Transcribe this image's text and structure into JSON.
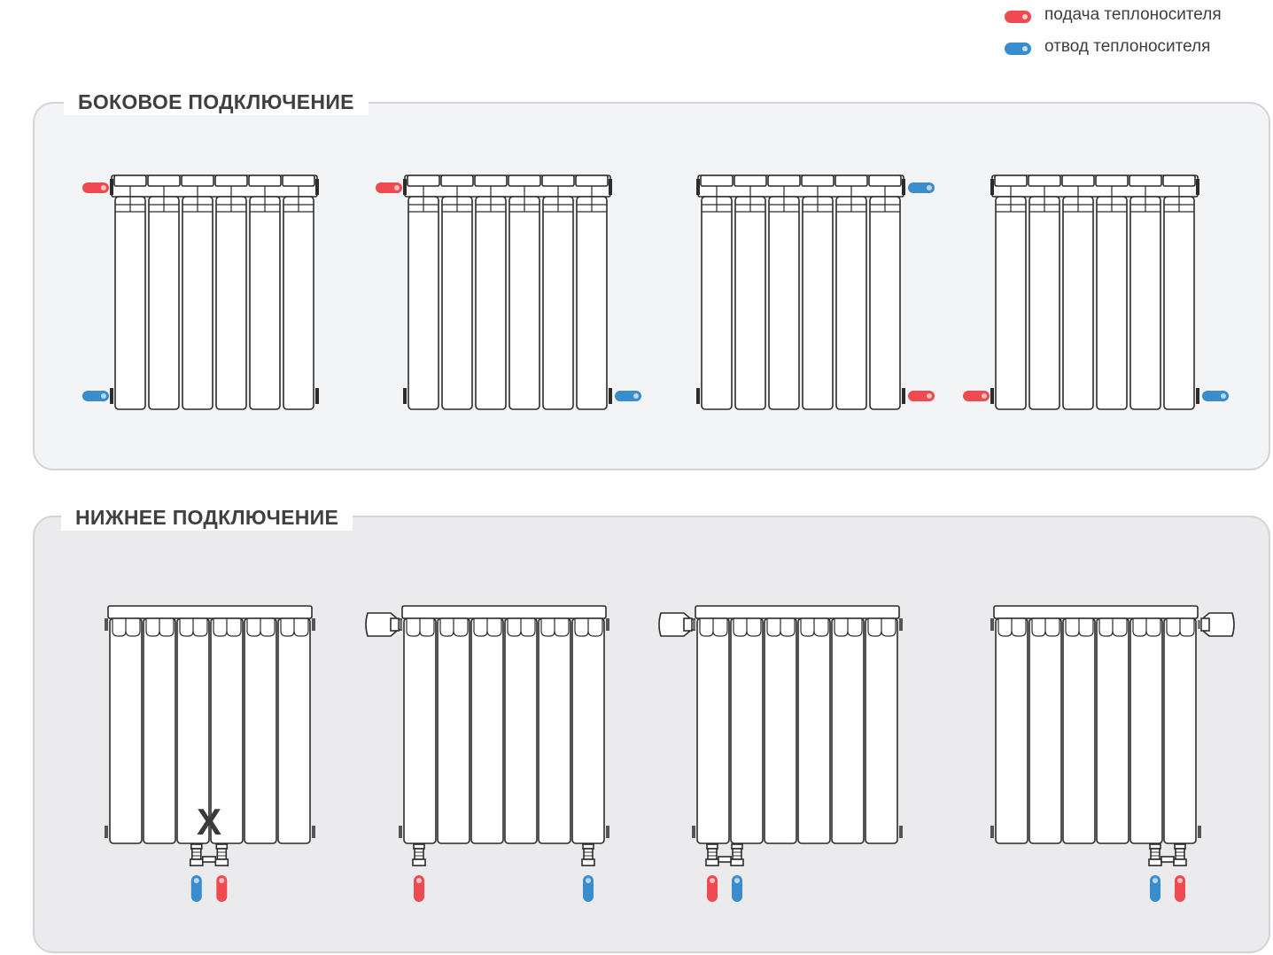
{
  "legend": {
    "supply": {
      "label": "подача теплоносителя",
      "color": "#ef4a50"
    },
    "return": {
      "label": "отвод теплоносителя",
      "color": "#3a8dcc"
    }
  },
  "sections": {
    "side": {
      "title": "БОКОВОЕ ПОДКЛЮЧЕНИЕ",
      "background": "#f3f4f6",
      "radiators": [
        {
          "pipes": [
            {
              "side": "left",
              "level": "top",
              "type": "supply"
            },
            {
              "side": "left",
              "level": "bottom",
              "type": "return"
            }
          ]
        },
        {
          "pipes": [
            {
              "side": "left",
              "level": "top",
              "type": "supply"
            },
            {
              "side": "right",
              "level": "bottom",
              "type": "return"
            }
          ]
        },
        {
          "pipes": [
            {
              "side": "right",
              "level": "top",
              "type": "return"
            },
            {
              "side": "right",
              "level": "bottom",
              "type": "supply"
            }
          ]
        },
        {
          "pipes": [
            {
              "side": "left",
              "level": "bottom",
              "type": "supply"
            },
            {
              "side": "right",
              "level": "bottom",
              "type": "return"
            }
          ]
        }
      ]
    },
    "bottom": {
      "title": "НИЖНЕЕ ПОДКЛЮЧЕНИЕ",
      "background": "#ebebee",
      "radiators": [
        {
          "thermostat": "none",
          "pipes": [
            {
              "position": "middle",
              "order": [
                "return",
                "supply"
              ]
            }
          ],
          "mark": "X"
        },
        {
          "thermostat": "left",
          "pipes": [
            {
              "position": "left",
              "order": [
                "supply"
              ]
            },
            {
              "position": "right",
              "order": [
                "return"
              ]
            }
          ]
        },
        {
          "thermostat": "left",
          "pipes": [
            {
              "position": "left",
              "order": [
                "supply",
                "return"
              ]
            }
          ]
        },
        {
          "thermostat": "right",
          "pipes": [
            {
              "position": "right",
              "order": [
                "return",
                "supply"
              ]
            }
          ]
        }
      ]
    }
  }
}
